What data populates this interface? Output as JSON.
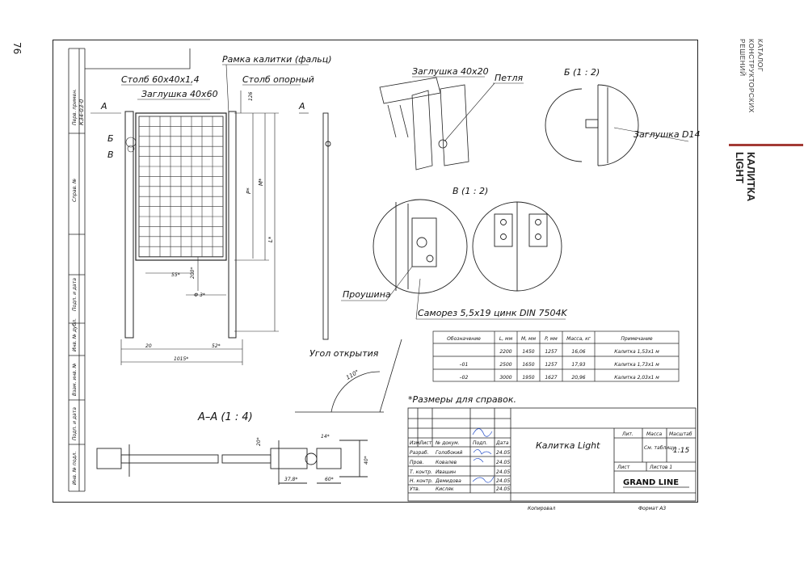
{
  "page_number": "76",
  "catalog": {
    "line1": "КАТАЛОГ",
    "line2": "КОНСТРУКТОРСКИХ",
    "line3": "РЕШЕНИЙ"
  },
  "section": {
    "title_line1": "КАЛИТКА",
    "title_line2": "LIGHT"
  },
  "labels": {
    "frame": "Рамка калитки (фальц)",
    "post_6040": "Столб 60х40х1,4",
    "post_support": "Столб опорный",
    "cap_4060": "Заглушка 40х60",
    "cap_4020": "Заглушка 40х20",
    "hinge": "Петля",
    "cap_d14": "Заглушка D14",
    "eyelet": "Проушина",
    "screw": "Саморез 5,5х19 цинк DIN 7504K",
    "view_b": "Б (1 : 2)",
    "view_v": "В (1 : 2)",
    "section_aa": "А–А (1 : 4)",
    "angle": "Угол открытия",
    "angle_val": "110°",
    "note": "*Размеры для справок.",
    "marker_a": "А",
    "marker_b": "Б",
    "marker_v": "В",
    "dim_126": "126",
    "dim_55": "55*",
    "dim_200": "200*",
    "dim_phi3": "Ф 3*",
    "dim_20": "20",
    "dim_52": "52*",
    "dim_1015": "1015*",
    "dim_P": "Р*",
    "dim_M": "М*",
    "dim_L": "L*",
    "dim_14": "14*",
    "dim_20b": "20*",
    "dim_40": "40*",
    "dim_378": "37,8*",
    "dim_60": "60*"
  },
  "stamp_side": [
    "Перв. примен.",
    "КЗ4-03-0",
    "Справ. №",
    "Подп. и дата",
    "Инв. № дубл.",
    "Взам. инв. №",
    "Подп. и дата",
    "Инв. № подл."
  ],
  "table": {
    "headers": [
      "Обозначение",
      "L, мм",
      "M, мм",
      "P, мм",
      "Масса, кг",
      "Примечание"
    ],
    "rows": [
      [
        "",
        "2200",
        "1450",
        "1257",
        "16,06",
        "Калитка 1,53х1 м"
      ],
      [
        "–01",
        "2500",
        "1650",
        "1257",
        "17,93",
        "Калитка 1,73х1 м"
      ],
      [
        "–02",
        "3000",
        "1950",
        "1627",
        "20,96",
        "Калитка 2,03х1 м"
      ]
    ]
  },
  "title_block": {
    "name": "Калитка Light",
    "col_heads": [
      "Изм.",
      "Лист",
      "№ докум.",
      "Подп.",
      "Дата"
    ],
    "roles": [
      [
        "Разраб.",
        "Голобокий",
        "24.05"
      ],
      [
        "Пров.",
        "Ковалев",
        "24.05"
      ],
      [
        "Т. контр.",
        "Ивашин",
        "24.05"
      ],
      [
        "Н. контр.",
        "Демидова",
        "24.05"
      ],
      [
        "Утв.",
        "Кисляк",
        "24.05"
      ]
    ],
    "lit": "Лит.",
    "mass": "Масса",
    "scale": "Масштаб",
    "mass_val": "См. таблицу",
    "scale_val": "1:15",
    "sheet": "Лист",
    "sheets": "Листов 1",
    "company": "GRAND LINE",
    "copied": "Копировал",
    "format": "Формат А3"
  }
}
